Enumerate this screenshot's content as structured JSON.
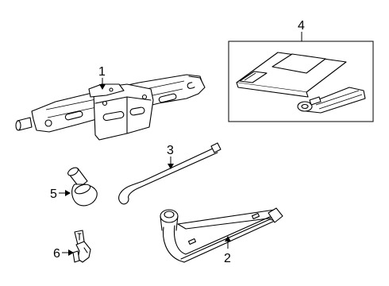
{
  "callouts": {
    "c1": "1",
    "c2": "2",
    "c3": "3",
    "c4": "4",
    "c5": "5",
    "c6": "6"
  },
  "icons": [
    "jack",
    "wheel-wrench",
    "jack-handle",
    "tool-kit-manual",
    "tow-eye-plug",
    "clip"
  ]
}
